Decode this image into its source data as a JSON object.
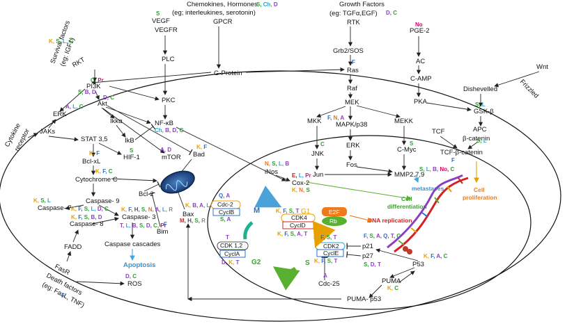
{
  "inputs": {
    "chemokines_a": "Chemokines, Hormones",
    "chemokines_b": "(eg; interleukines, serotonin)",
    "gpcr": "GPCR",
    "growth_a": "Growth Factors",
    "growth_b": "(eg: TGFα,EGF)",
    "rtk": "RTK",
    "vegf": "VEGF",
    "vegfr": "VEGFR",
    "pge2": "PGE-2",
    "wnt": "Wnt",
    "frizzled": "Frizzled",
    "survival_a": "Survival factors",
    "survival_b": "(eg: IGF1)",
    "rkt": "RKT",
    "cytokine_a": "Cytokine",
    "cytokine_b": "receptor",
    "death_a": "Death factors",
    "death_b": "(eg: FasL, TNF)",
    "fasr": "FasR"
  },
  "nodes": {
    "plc": "PLC",
    "pkc": "PKC",
    "g_protein": "G-Protein",
    "grb2": "Grb2/SOS",
    "ras": "Ras",
    "raf": "Raf",
    "mek": "MEK",
    "mkk": "MKK",
    "mapk": "MAPK/p38",
    "mekk": "MEKK",
    "jnk": "JNK",
    "erk_right": "ERK",
    "cmyc": "C-Myc",
    "jun": "Jun",
    "fos": "Fos",
    "mmp": "MMP2,7,9",
    "ac": "AC",
    "camp": "C-AMP",
    "pka": "PKA",
    "dishevelled": "Dishevelled",
    "gsk": "GSK-β",
    "apc": "APC",
    "bcatenin": "β-catenin",
    "tcf": "TCF",
    "tcf_bcat": "TCF-β-catenin",
    "pi3k": "PI3K",
    "akt": "Akt",
    "erk_left": "ERK",
    "jaks": "JAKs",
    "ikka": "Ikkα",
    "nfkb": "NF-κB",
    "ikb": "IkB",
    "mtor": "mTOR",
    "stat": "STAT 3,5",
    "hif": "HIF-1",
    "bad": "Bad",
    "bclxl": "Bcl-xL",
    "cytc": "Cytochrome C",
    "bcl2": "Bcl-2",
    "casp9": "Caspase- 9",
    "casp7": "Caspase- 7",
    "casp3": "Caspase- 3",
    "casp8": "Caspase- 8",
    "casp_cascades": "Caspase cascades",
    "apoptosis": "Apoptosis",
    "bim": "Bim",
    "bax": "Bax",
    "fadd": "FADD",
    "ros": "ROS",
    "inos": "iNos",
    "cox2": "Cox-2",
    "metastases": "metastases",
    "cell_prolif_a": "Cell",
    "cell_prolif_b": "proliferation",
    "cell_diff_a": "Cell",
    "cell_diff_b": "differentiation",
    "dna_rep": "DNA replication",
    "cdk4": "CDK4",
    "cyclD": "CyclD",
    "g1": "G1",
    "e2f": "E2F",
    "rb": "Rb",
    "cdc2": "Cdc-2",
    "cyclB": "CyclB",
    "m": "M",
    "cdk12": "CDK 1,2",
    "cyclA": "CyclA",
    "g2": "G2",
    "cdk2": "CDK2",
    "cyclE": "CyclE",
    "s": "S",
    "p21": "p21",
    "p27": "p27",
    "cdc25": "Cdc-25",
    "p53": "P53",
    "puma": "PUMA",
    "puma_p53": "PUMA- p53"
  },
  "tag_colors": {
    "S": "#2e9e2e",
    "Ch": "#2aa7d8",
    "D": "#8a3fbf",
    "C": "#2e9e2e",
    "K": "#e6a000",
    "L": "#2aa7d8",
    "A": "#8a3fbf",
    "F": "#2a6fd8",
    "Pr": "#a0306f",
    "B": "#8a3fbf",
    "N": "#e87420",
    "H": "#555555",
    "T": "#8a3fbf",
    "R": "#888888",
    "Q": "#2a6fd8",
    "E": "#b22222",
    "M": "#d42020",
    "No": "#e0006a"
  },
  "tags": [
    {
      "id": "t_chem",
      "parts": [
        [
          "S",
          "S"
        ],
        [
          "Ch",
          "Ch"
        ],
        [
          "D",
          "D"
        ]
      ]
    },
    {
      "id": "t_growth",
      "parts": [
        [
          "D",
          "D"
        ],
        [
          "C",
          "C"
        ]
      ]
    },
    {
      "id": "t_vegf",
      "parts": [
        [
          "S",
          "S"
        ]
      ]
    },
    {
      "id": "t_pge",
      "parts": [
        [
          "No",
          "No"
        ]
      ]
    },
    {
      "id": "t_ras",
      "parts": [
        [
          "F",
          "F"
        ]
      ]
    },
    {
      "id": "t_survival",
      "parts": [
        [
          "K",
          "K"
        ],
        [
          "S",
          "S"
        ],
        [
          "L",
          "L"
        ],
        [
          "C",
          "C"
        ]
      ]
    },
    {
      "id": "t_pi3k_a",
      "parts": [
        [
          "C",
          "C"
        ],
        [
          "Pr",
          "Pr"
        ]
      ]
    },
    {
      "id": "t_pi3k_b",
      "parts": [
        [
          "S",
          "S"
        ],
        [
          "B",
          "B"
        ],
        [
          "D",
          "D"
        ]
      ]
    },
    {
      "id": "t_akt",
      "parts": [
        [
          "D",
          "D"
        ],
        [
          "C",
          "C"
        ]
      ]
    },
    {
      "id": "t_erk",
      "parts": [
        [
          "A",
          "A"
        ],
        [
          "L",
          "L"
        ],
        [
          "C",
          "C"
        ]
      ]
    },
    {
      "id": "t_nfkb",
      "parts": [
        [
          "Ch",
          "Ch"
        ],
        [
          "B",
          "B"
        ],
        [
          "D",
          "D"
        ],
        [
          "C",
          "C"
        ]
      ]
    },
    {
      "id": "t_mtor",
      "parts": [
        [
          "A",
          "A"
        ],
        [
          "D",
          "D"
        ]
      ]
    },
    {
      "id": "t_bad",
      "parts": [
        [
          "K",
          "K"
        ],
        [
          "F",
          "F"
        ]
      ]
    },
    {
      "id": "t_hif",
      "parts": [
        [
          "S",
          "S"
        ]
      ]
    },
    {
      "id": "t_bclxl",
      "parts": [
        [
          "K",
          "K"
        ],
        [
          "F",
          "F"
        ]
      ]
    },
    {
      "id": "t_cytc",
      "parts": [
        [
          "K",
          "K"
        ],
        [
          "F",
          "F"
        ],
        [
          "C",
          "C"
        ]
      ]
    },
    {
      "id": "t_casp7",
      "parts": [
        [
          "K",
          "K"
        ],
        [
          "S",
          "S"
        ],
        [
          "L",
          "L"
        ]
      ]
    },
    {
      "id": "t_casp9",
      "parts": [
        [
          "K",
          "K"
        ],
        [
          "F",
          "F"
        ],
        [
          "S",
          "S"
        ],
        [
          "L",
          "L"
        ],
        [
          "D",
          "D"
        ],
        [
          "C",
          "C"
        ]
      ]
    },
    {
      "id": "t_casp8",
      "parts": [
        [
          "K",
          "K"
        ],
        [
          "F",
          "F"
        ],
        [
          "S",
          "S"
        ],
        [
          "B",
          "B"
        ],
        [
          "D",
          "D"
        ]
      ]
    },
    {
      "id": "t_casp3_a",
      "parts": [
        [
          "K",
          "K"
        ],
        [
          "F",
          "F"
        ],
        [
          "H",
          "H"
        ],
        [
          "S",
          "S"
        ],
        [
          "N",
          "N"
        ],
        [
          "A",
          "A"
        ],
        [
          "L",
          "L"
        ],
        [
          "R",
          "R"
        ]
      ]
    },
    {
      "id": "t_casp3_b",
      "parts": [
        [
          "T",
          "T"
        ],
        [
          "L",
          "L"
        ],
        [
          "B",
          "B"
        ],
        [
          "S",
          "S"
        ],
        [
          "D",
          "D"
        ],
        [
          "C",
          "C"
        ],
        [
          "Pr",
          "Pr"
        ]
      ]
    },
    {
      "id": "t_bim",
      "parts": [
        [
          "F",
          "F"
        ]
      ]
    },
    {
      "id": "t_bax_a",
      "parts": [
        [
          "K",
          "K"
        ],
        [
          "B",
          "B"
        ],
        [
          "A",
          "A"
        ],
        [
          "L",
          "L"
        ]
      ]
    },
    {
      "id": "t_bax_b",
      "parts": [
        [
          "M",
          "M"
        ],
        [
          "H",
          "H"
        ],
        [
          "S",
          "S"
        ],
        [
          "R",
          "R"
        ]
      ]
    },
    {
      "id": "t_ros",
      "parts": [
        [
          "D",
          "D"
        ],
        [
          "C",
          "C"
        ]
      ]
    },
    {
      "id": "t_fas",
      "parts": [
        [
          "F",
          "F"
        ]
      ]
    },
    {
      "id": "t_inos",
      "parts": [
        [
          "N",
          "N"
        ],
        [
          "S",
          "S"
        ],
        [
          "L",
          "L"
        ],
        [
          "B",
          "B"
        ]
      ]
    },
    {
      "id": "t_cox_a",
      "parts": [
        [
          "E",
          "E"
        ],
        [
          "L",
          "L"
        ],
        [
          "Pr",
          "Pr"
        ]
      ]
    },
    {
      "id": "t_cox_b",
      "parts": [
        [
          "K",
          "K"
        ],
        [
          "N",
          "N"
        ],
        [
          "S",
          "S"
        ]
      ]
    },
    {
      "id": "t_mapk",
      "parts": [
        [
          "F",
          "F"
        ],
        [
          "N",
          "N"
        ],
        [
          "A",
          "A"
        ]
      ]
    },
    {
      "id": "t_jnk",
      "parts": [
        [
          "C",
          "C"
        ]
      ]
    },
    {
      "id": "t_cmyc",
      "parts": [
        [
          "S",
          "S"
        ]
      ]
    },
    {
      "id": "t_mmp",
      "parts": [
        [
          "S",
          "S"
        ],
        [
          "L",
          "L"
        ],
        [
          "B",
          "B"
        ],
        [
          "No",
          "No"
        ],
        [
          "C",
          "C"
        ]
      ]
    },
    {
      "id": "t_gsk",
      "parts": [
        [
          "S",
          "S"
        ],
        [
          "L",
          "L"
        ]
      ]
    },
    {
      "id": "t_bcat",
      "parts": [
        [
          "S",
          "S"
        ],
        [
          "L",
          "L"
        ]
      ]
    },
    {
      "id": "t_tcf",
      "parts": [
        [
          "F",
          "F"
        ]
      ]
    },
    {
      "id": "t_cdk4",
      "parts": [
        [
          "K",
          "K"
        ],
        [
          "F",
          "F"
        ],
        [
          "S",
          "S"
        ],
        [
          "T",
          "T"
        ]
      ]
    },
    {
      "id": "t_cycd",
      "parts": [
        [
          "K",
          "K"
        ],
        [
          "F",
          "F"
        ],
        [
          "S",
          "S"
        ],
        [
          "A",
          "A"
        ],
        [
          "T",
          "T"
        ]
      ]
    },
    {
      "id": "t_cdc2",
      "parts": [
        [
          "Q",
          "Q"
        ],
        [
          "A",
          "A"
        ]
      ]
    },
    {
      "id": "t_cyclb",
      "parts": [
        [
          "S",
          "S"
        ],
        [
          "A",
          "A"
        ]
      ]
    },
    {
      "id": "t_cdk12",
      "parts": [
        [
          "T",
          "T"
        ]
      ]
    },
    {
      "id": "t_cycla",
      "parts": [
        [
          "D",
          "D"
        ],
        [
          "K",
          "K"
        ],
        [
          "T",
          "T"
        ]
      ]
    },
    {
      "id": "t_cdk2",
      "parts": [
        [
          "K",
          "K"
        ],
        [
          "F",
          "F"
        ],
        [
          "S",
          "S"
        ],
        [
          "T",
          "T"
        ]
      ]
    },
    {
      "id": "t_cycle",
      "parts": [
        [
          "K",
          "K"
        ],
        [
          "F",
          "F"
        ],
        [
          "S",
          "S"
        ],
        [
          "T",
          "T"
        ]
      ]
    },
    {
      "id": "t_p21",
      "parts": [
        [
          "F",
          "F"
        ],
        [
          "S",
          "S"
        ],
        [
          "A",
          "A"
        ],
        [
          "Q",
          "Q"
        ],
        [
          "T",
          "T"
        ],
        [
          "C",
          "C"
        ]
      ]
    },
    {
      "id": "t_p27",
      "parts": [
        [
          "S",
          "S"
        ],
        [
          "D",
          "D"
        ],
        [
          "T",
          "T"
        ]
      ]
    },
    {
      "id": "t_cdc25",
      "parts": [
        [
          "A",
          "A"
        ]
      ]
    },
    {
      "id": "t_p53",
      "parts": [
        [
          "K",
          "K"
        ],
        [
          "F",
          "F"
        ],
        [
          "A",
          "A"
        ],
        [
          "C",
          "C"
        ]
      ]
    },
    {
      "id": "t_puma",
      "parts": [
        [
          "K",
          "K"
        ],
        [
          "C",
          "C"
        ]
      ]
    }
  ]
}
